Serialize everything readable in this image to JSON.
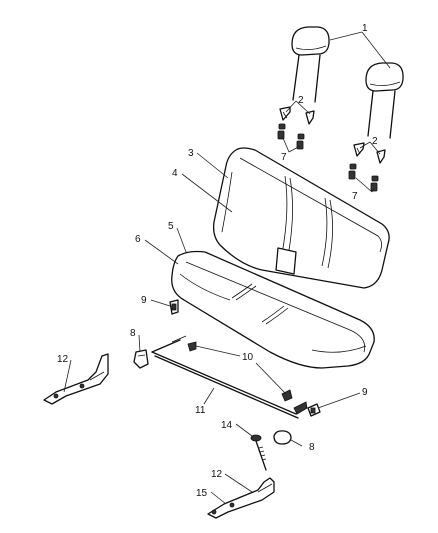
{
  "callouts": {
    "c1": "1",
    "c2a": "2",
    "c2b": "2",
    "c3": "3",
    "c4": "4",
    "c5": "5",
    "c6": "6",
    "c7a": "7",
    "c7b": "7",
    "c8a": "8",
    "c8b": "8",
    "c9a": "9",
    "c9b": "9",
    "c10": "10",
    "c11": "11",
    "c12a": "12",
    "c12b": "12",
    "c14": "14",
    "c15": "15"
  }
}
